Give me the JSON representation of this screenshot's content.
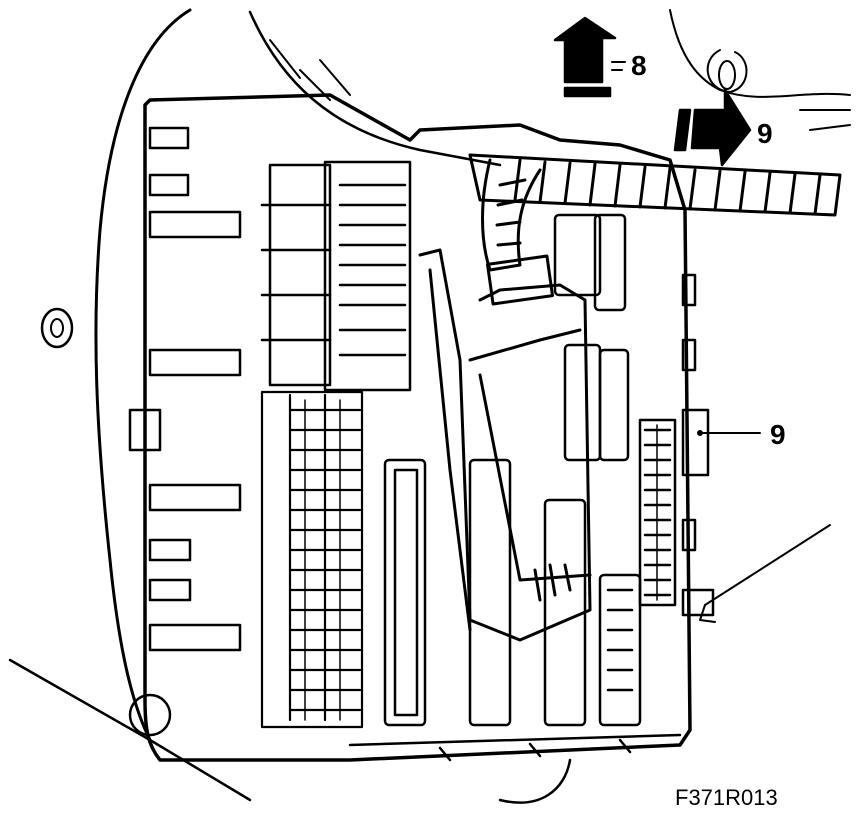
{
  "diagram": {
    "callouts": [
      {
        "id": "arrow-8",
        "label": "8"
      },
      {
        "id": "arrow-9-top",
        "label": "9"
      },
      {
        "id": "leader-9-side",
        "label": "9"
      }
    ],
    "figure_id": "F371R013",
    "colors": {
      "line": "#000000",
      "background": "#ffffff"
    }
  }
}
